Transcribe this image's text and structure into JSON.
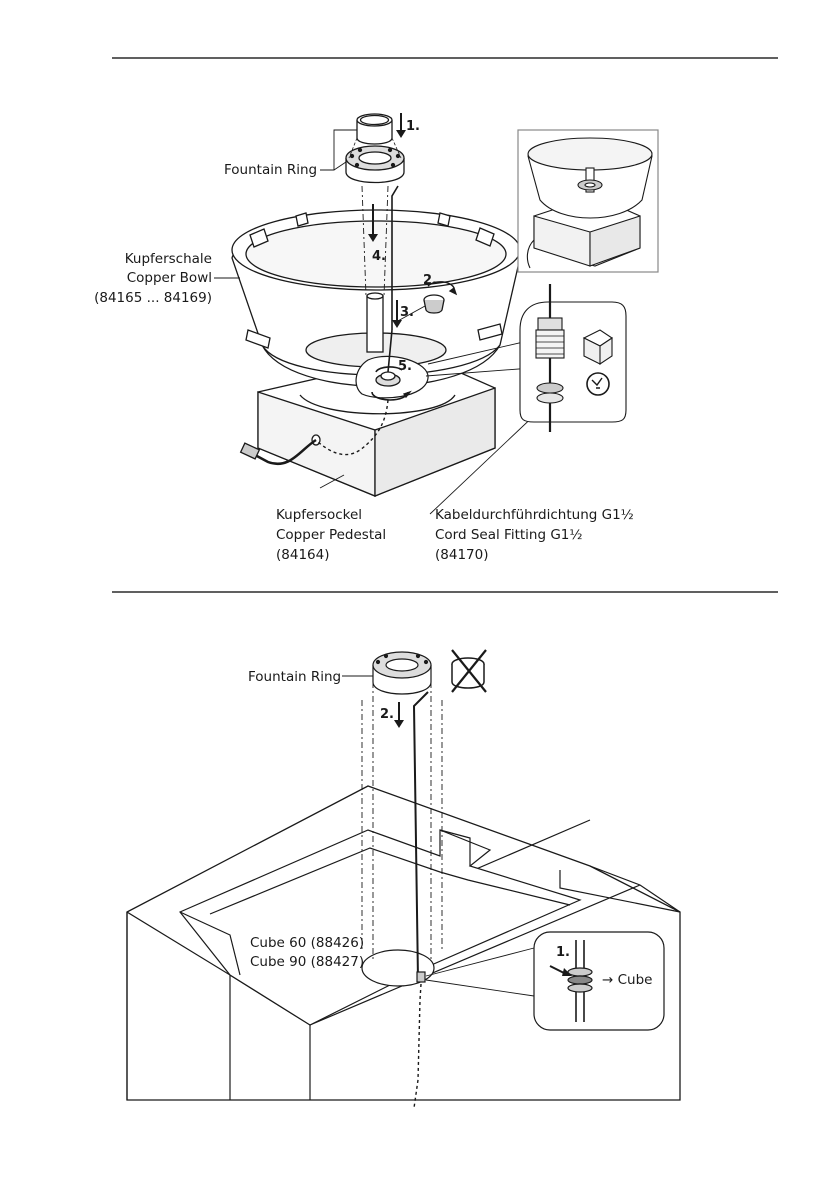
{
  "top": {
    "fountain_ring": "Fountain Ring",
    "bowl": [
      "Kupferschale",
      "Copper Bowl",
      "(84165 ... 84169)"
    ],
    "pedestal": [
      "Kupfersockel",
      "Copper Pedestal",
      "(84164)"
    ],
    "seal": [
      "Kabeldurchführdichtung G1½",
      "Cord Seal Fitting G1½",
      "(84170)"
    ],
    "steps": [
      "1.",
      "2.",
      "3.",
      "4.",
      "5."
    ]
  },
  "bottom": {
    "fountain_ring": "Fountain Ring",
    "cube": [
      "Cube 60 (88426)",
      "Cube 90 (88427)"
    ],
    "steps": [
      "2.",
      "1."
    ],
    "arrow_text": "→ Cube"
  },
  "colors": {
    "line": "#1a1a1a",
    "fill": "#ffffff",
    "shade": "#d9d9d9",
    "rule": "#000000"
  }
}
